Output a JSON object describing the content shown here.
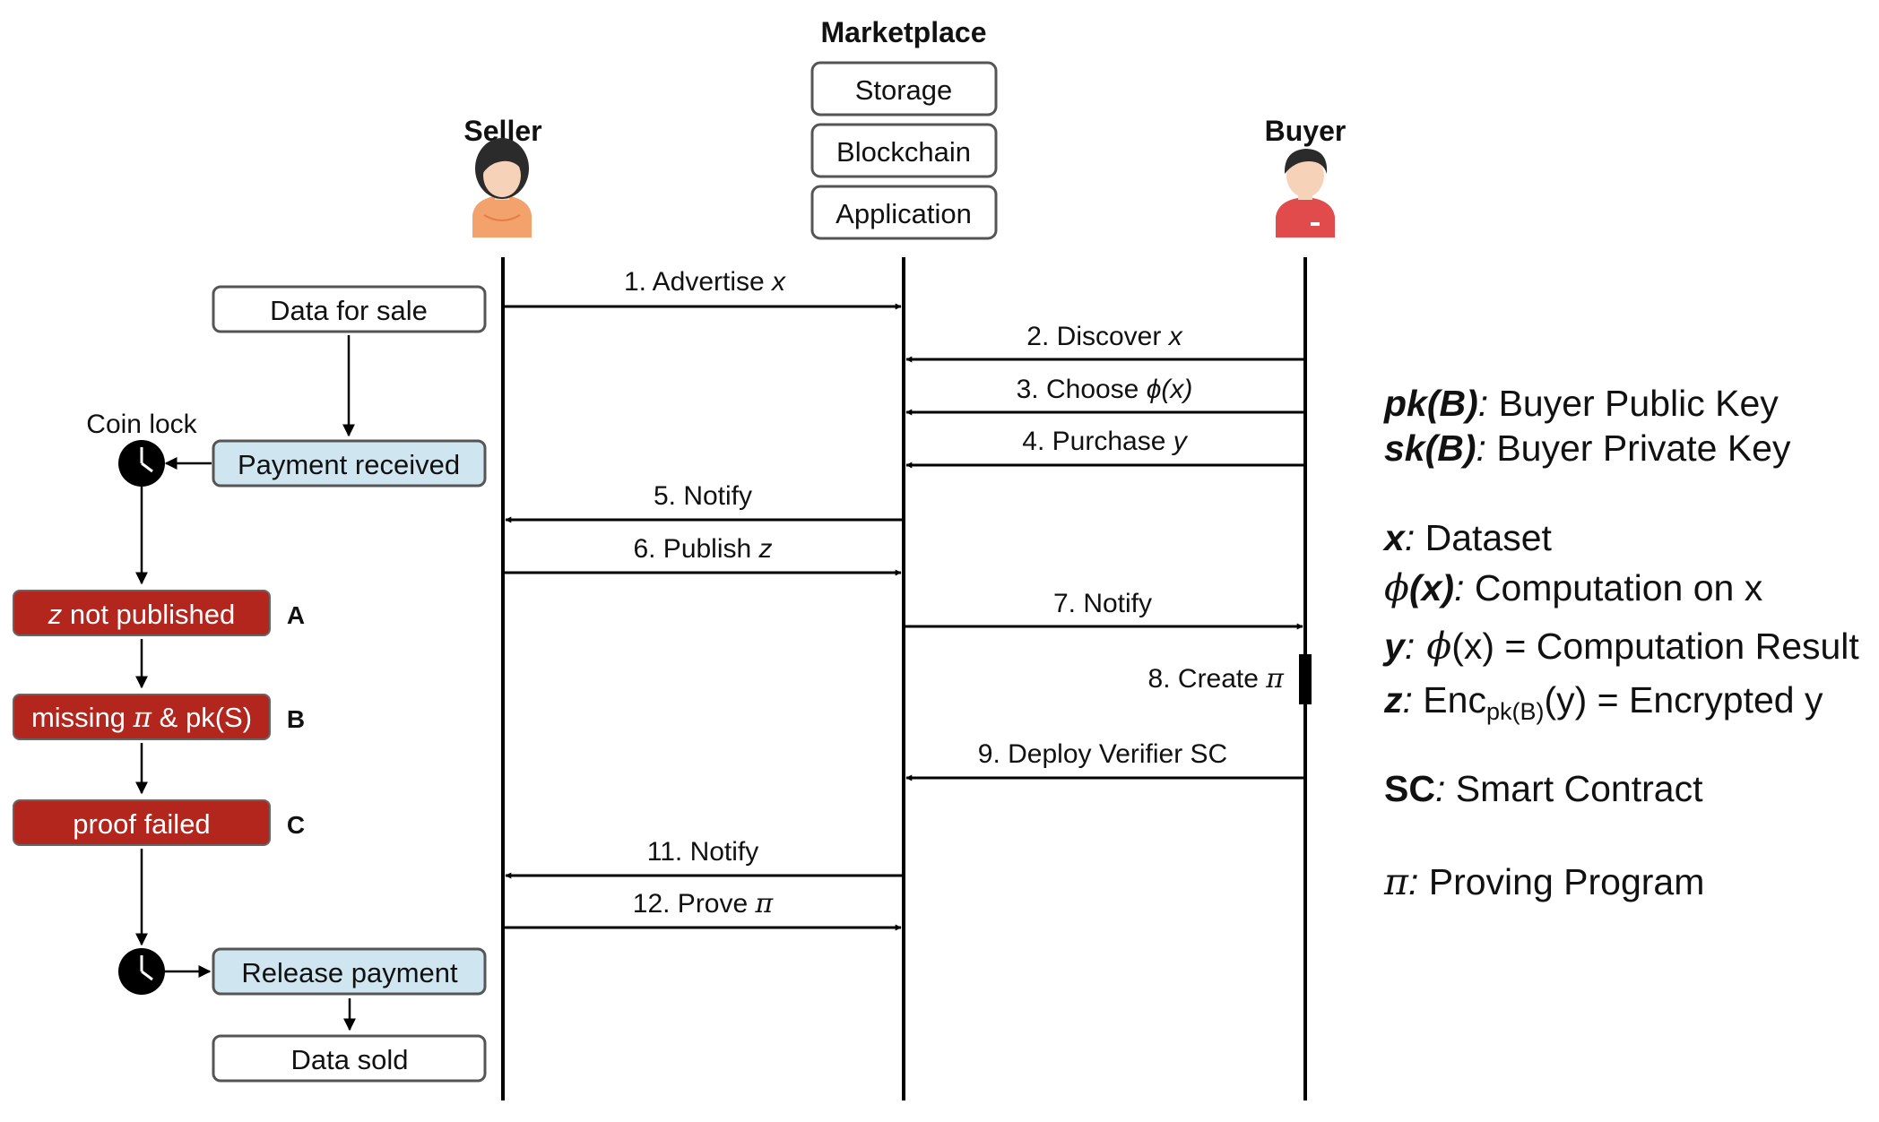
{
  "actors": {
    "marketplace": "Marketplace",
    "seller": "Seller",
    "buyer": "Buyer"
  },
  "marketplace_layers": [
    "Storage",
    "Blockchain",
    "Application"
  ],
  "messages": [
    {
      "prefix": "1. Advertise ",
      "var": "x"
    },
    {
      "prefix": "2. Discover ",
      "var": "x"
    },
    {
      "prefix": "3. Choose ",
      "var": "ϕ(x)"
    },
    {
      "prefix": "4. Purchase ",
      "var": "y"
    },
    {
      "prefix": "5. Notify",
      "var": ""
    },
    {
      "prefix": "6. Publish ",
      "var": "z"
    },
    {
      "prefix": "7. Notify",
      "var": ""
    },
    {
      "prefix": "8. Create ",
      "var": "π"
    },
    {
      "prefix": "9. Deploy Verifier SC",
      "var": ""
    },
    {
      "prefix": "11. Notify",
      "var": ""
    },
    {
      "prefix": "12. Prove ",
      "var": "π"
    }
  ],
  "seller_states": {
    "data_for_sale": "Data for sale",
    "payment_received": "Payment received",
    "release_payment": "Release payment",
    "data_sold": "Data sold",
    "coin_lock": "Coin lock"
  },
  "failures": [
    {
      "letter": "A",
      "var": "z",
      "text": " not published"
    },
    {
      "letter": "B",
      "text": "missing ",
      "var": "π",
      "text2": " & pk(S)"
    },
    {
      "letter": "C",
      "text": "proof failed"
    }
  ],
  "legend": [
    {
      "key": "pk(B)",
      "sep": ":",
      "desc": " Buyer Public Key"
    },
    {
      "key": "sk(B)",
      "sep": ":",
      "desc": " Buyer Private Key"
    },
    {
      "key": "x",
      "sep": ":",
      "desc": " Dataset"
    },
    {
      "key_sym": "ϕ",
      "key": "(x)",
      "sep": ":",
      "desc": " Computation on x"
    },
    {
      "key": "y",
      "sep": ":",
      "sym": " ϕ",
      "desc": "(x) = Computation Result"
    },
    {
      "key": "z",
      "sep": ":",
      "desc_pre": " Enc",
      "sub": "pk(B)",
      "desc": "(y) = Encrypted y"
    },
    {
      "key": "SC",
      "sep": ":",
      "desc": " Smart Contract"
    },
    {
      "key_sym": "π",
      "sep": ":",
      "desc": " Proving Program"
    }
  ],
  "colors": {
    "light_blue": "#cfe6f1",
    "red": "#b3261e",
    "border": "#555555",
    "seller_avatar": "#f4a26b",
    "buyer_avatar": "#e24b4b"
  }
}
